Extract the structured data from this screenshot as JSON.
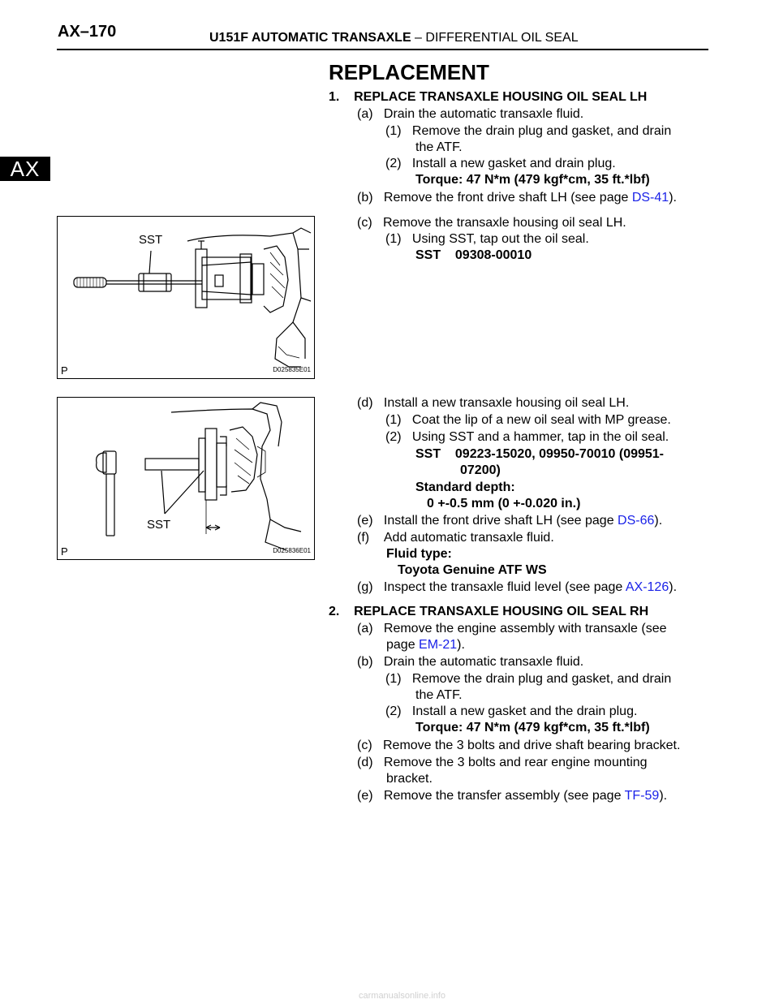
{
  "header": {
    "page_number": "AX–170",
    "title_bold": "U151F AUTOMATIC TRANSAXLE",
    "title_rest": " – DIFFERENTIAL OIL SEAL"
  },
  "side_tab": "AX",
  "section_title": "REPLACEMENT",
  "lines": {
    "s1": "1.    REPLACE TRANSAXLE HOUSING OIL SEAL LH",
    "s1a": "(a)   Drain the automatic transaxle fluid.",
    "s1a1a": "(1)   Remove the drain plug and gasket, and drain",
    "s1a1b": "the ATF.",
    "s1a2": "(2)   Install a new gasket and drain plug.",
    "s1a_torque": "Torque: 47 N*m (479 kgf*cm, 35 ft.*lbf)",
    "s1b_pre": "(b)   Remove the front drive shaft LH (see page ",
    "s1b_link": "DS-41",
    "s1b_post": ").",
    "s1c": "(c)   Remove the transaxle housing oil seal LH.",
    "s1c1": "(1)   Using SST, tap out the oil seal.",
    "s1c_sst": "SST    09308-00010",
    "s1d": "(d)   Install a new transaxle housing oil seal LH.",
    "s1d1": "(1)   Coat the lip of a new oil seal with MP grease.",
    "s1d2": "(2)   Using SST and a hammer, tap in the oil seal.",
    "s1d_sst_a": "SST    09223-15020, 09950-70010 (09951-",
    "s1d_sst_b": "07200)",
    "s1d_std": "Standard depth:",
    "s1d_std_val": "0 +-0.5 mm (0 +-0.020 in.)",
    "s1e_pre": "(e)   Install the front drive shaft LH (see page ",
    "s1e_link": "DS-66",
    "s1e_post": ").",
    "s1f": "(f)    Add automatic transaxle fluid.",
    "s1f_type": "Fluid type:",
    "s1f_val": "Toyota Genuine ATF WS",
    "s1g_pre": "(g)   Inspect the transaxle fluid level (see page ",
    "s1g_link": "AX-126",
    "s1g_post": ").",
    "s2": "2.    REPLACE TRANSAXLE HOUSING OIL SEAL RH",
    "s2a1": "(a)   Remove the engine assembly with transaxle (see",
    "s2a2_pre": "page ",
    "s2a2_link": "EM-21",
    "s2a2_post": ").",
    "s2b": "(b)   Drain the automatic transaxle fluid.",
    "s2b1a": "(1)   Remove the drain plug and gasket, and drain",
    "s2b1b": "the ATF.",
    "s2b2": "(2)   Install a new gasket and the drain plug.",
    "s2b_torque": "Torque: 47 N*m (479 kgf*cm, 35 ft.*lbf)",
    "s2c": "(c)   Remove the 3 bolts and drive shaft bearing bracket.",
    "s2d1": "(d)   Remove the 3 bolts and rear engine mounting",
    "s2d2": "bracket.",
    "s2e_pre": "(e)   Remove the transfer assembly (see page ",
    "s2e_link": "TF-59",
    "s2e_post": ")."
  },
  "figures": [
    {
      "sst_label": "SST",
      "corner_label": "P",
      "code": "D025835E01"
    },
    {
      "sst_label": "SST",
      "corner_label": "P",
      "code": "D025836E01"
    }
  ],
  "footer": "carmanualsonline.info",
  "colors": {
    "link": "#1a22e8",
    "tab_bg": "#000000"
  }
}
